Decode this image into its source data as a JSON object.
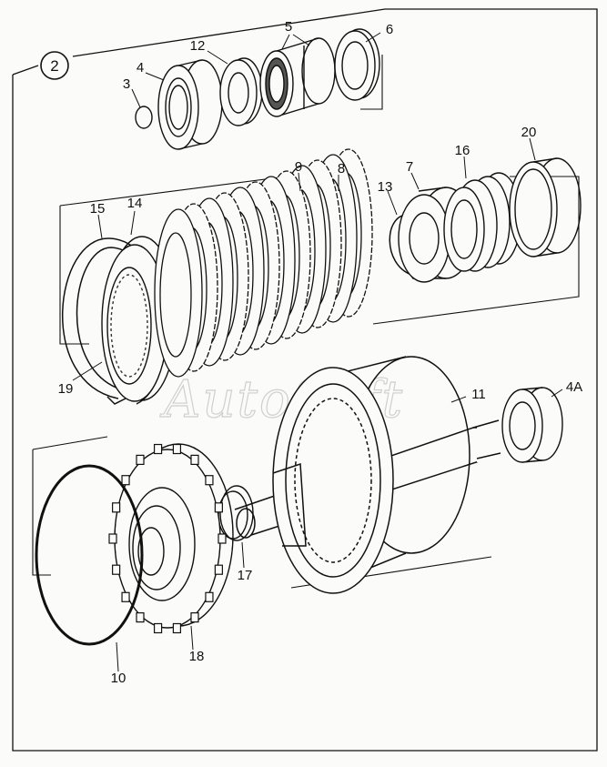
{
  "diagram": {
    "view_number": "2",
    "watermark": "AutoSoft",
    "callouts": [
      "2",
      "3",
      "4",
      "12",
      "5",
      "6",
      "9",
      "8",
      "15",
      "14",
      "13",
      "7",
      "16",
      "20",
      "19",
      "11",
      "4A",
      "17",
      "10",
      "18"
    ]
  }
}
